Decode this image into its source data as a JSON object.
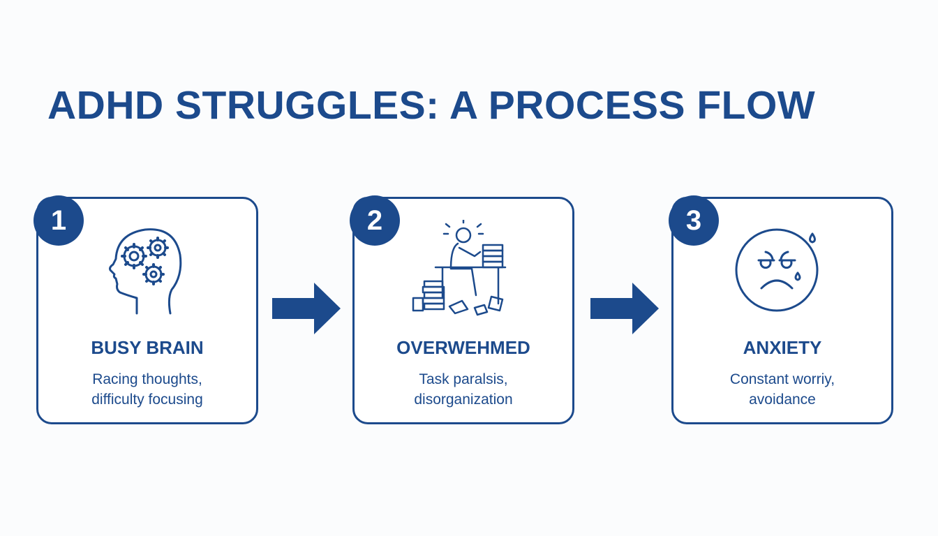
{
  "title": "ADHD STRUGGLES: A PROCESS FLOW",
  "accent_color": "#1c4a8c",
  "steps": [
    {
      "number": "1",
      "icon": "head-gears-icon",
      "heading": "BUSY BRAIN",
      "desc_line1": "Racing thoughts,",
      "desc_line2": "difficulty focusing"
    },
    {
      "number": "2",
      "icon": "overwhelmed-desk-icon",
      "heading": "OVERWEHMED",
      "desc_line1": "Task paralsis,",
      "desc_line2": "disorganization"
    },
    {
      "number": "3",
      "icon": "worried-face-icon",
      "heading": "ANXIETY",
      "desc_line1": "Constant worriy,",
      "desc_line2": "avoidance"
    }
  ]
}
